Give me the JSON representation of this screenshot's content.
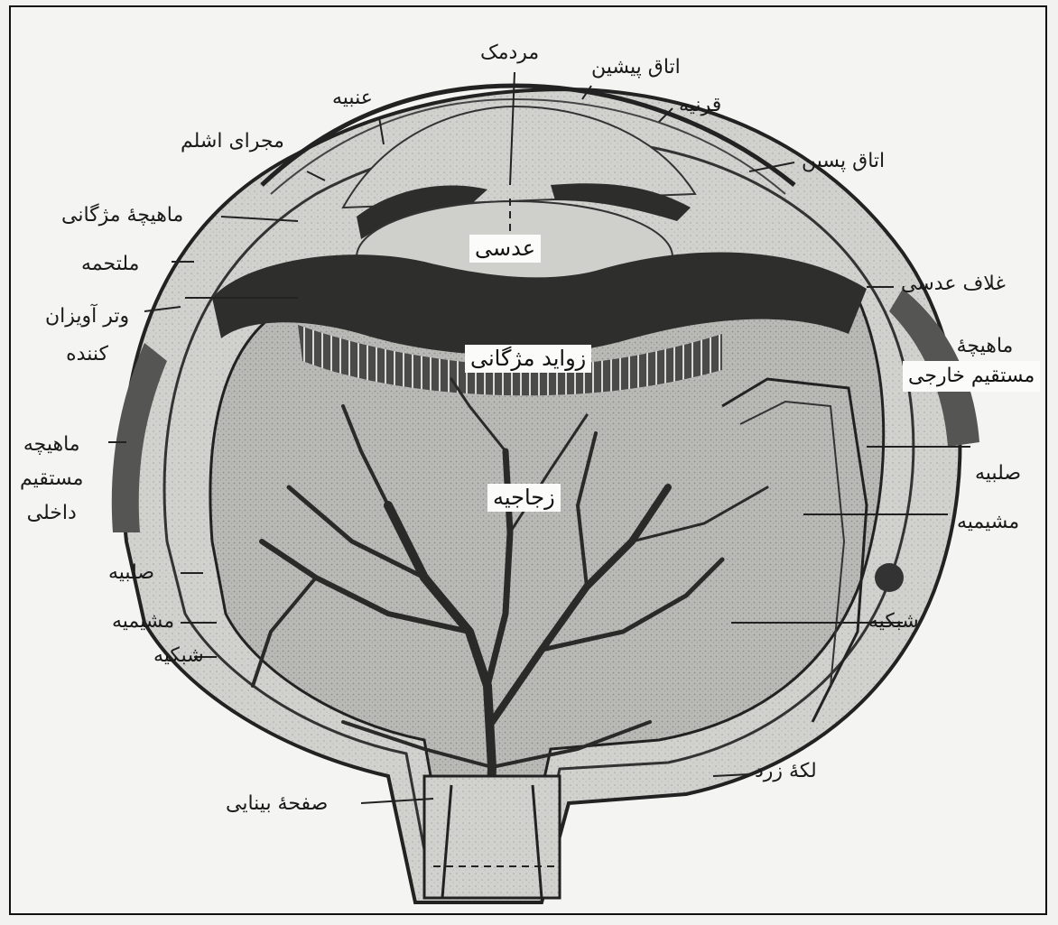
{
  "labels": {
    "mardomak": "مردمک",
    "otagh_pishin": "اتاق پیشین",
    "anbieh": "عنبیه",
    "gharnieh": "قرنیه",
    "majraye_eshlem": "مجرای اشلم",
    "otagh_pasin": "اتاق پسین",
    "mahicheh_mozhgani": "ماهیچهٔ مژگانی",
    "adasi": "عدسی",
    "moltahameh": "ملتحمه",
    "ghelaf_adasi": "غلاف عدسی",
    "vatar_line1": "وتر آویزان",
    "vatar_line2": "کننده",
    "zavayed_mozhgani": "زواید مژگانی",
    "mahicheh_kharji_line1": "ماهیچهٔ",
    "mahicheh_kharji_line2": "مستقیم خارجی",
    "zojajieh": "زجاجیه",
    "mahicheh_dakheli_line1": "ماهیچه",
    "mahicheh_dakheli_line2": "مستقیم",
    "mahicheh_dakheli_line3": "داخلی",
    "salbieh_right": "صلبیه",
    "mashimieh_right": "مشیمیه",
    "salbieh_left": "صلبیه",
    "mashimieh_left": "مشیمیه",
    "shabakieh_left": "شبکیه",
    "shabakieh_right": "شبکیه",
    "lakeh_zard": "لکهٔ زرد",
    "safheh_binayi": "صفحهٔ بینایی"
  },
  "colors": {
    "ink": "#1a1a1a",
    "paper": "#f4f4f2",
    "shade": "#8a8a88"
  }
}
